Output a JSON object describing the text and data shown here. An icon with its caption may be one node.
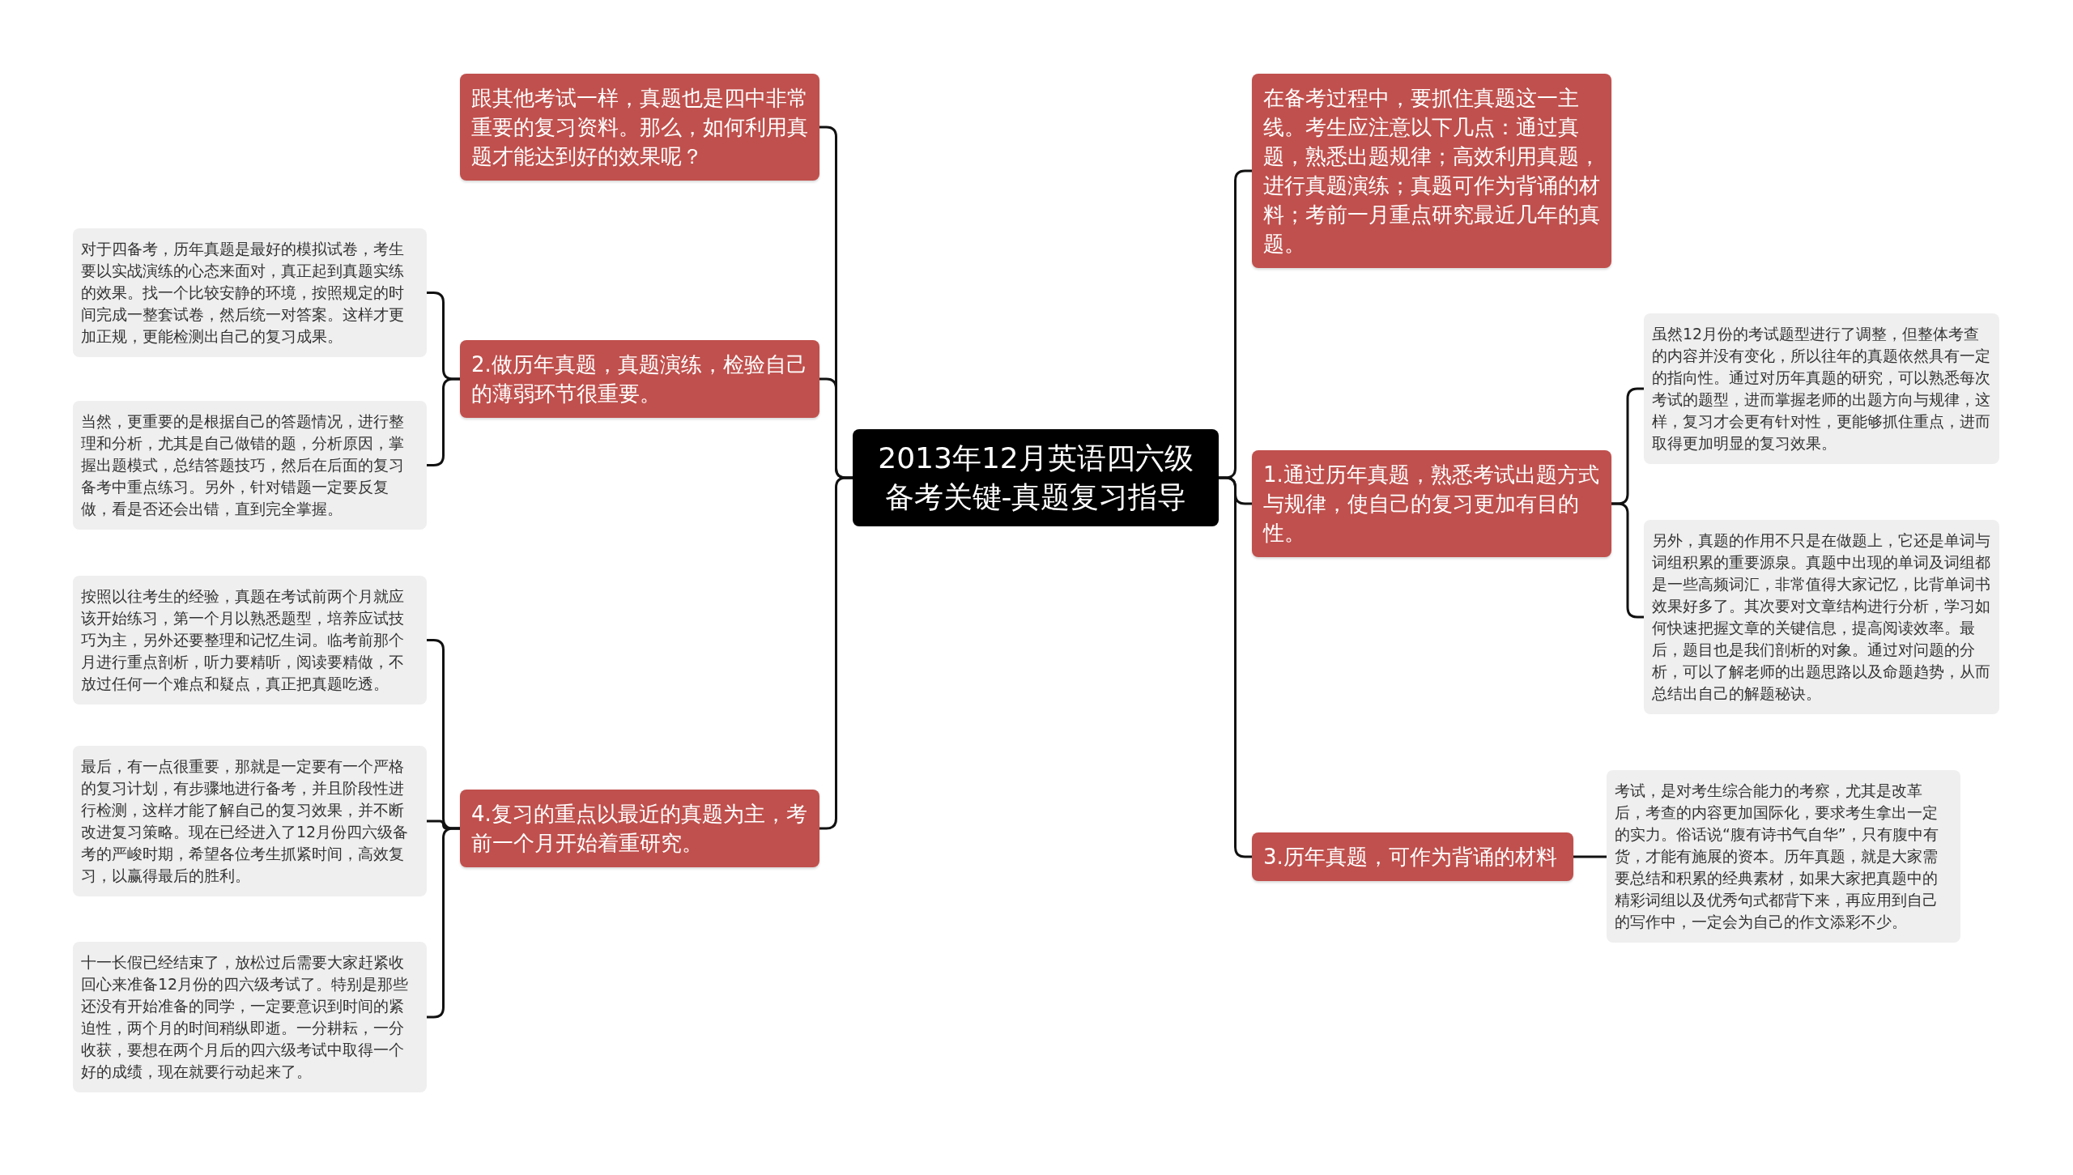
{
  "diagram": {
    "nodes": [
      {
        "text": [
          "2013年12月英语四六级备考关键-真题复习指导"
        ]
      },
      {
        "text": [
          "跟其他考试一样，真题也是四中非常重要的复习资料。那么，如何利用真题才能达到好的效果呢？"
        ]
      },
      {
        "text": [
          "2.做历年真题，真题演练，检验自己的薄弱环节很重要。"
        ]
      },
      {
        "text": [
          "对于四备考，历年真题是最好的模拟试卷，考生要以实战演练的心态来面对，真正起到真题实练的效果。找一个比较安静的环境，按照规定的时间完成一整套试卷，然后统一对答案。这样才更加正规，更能检测出自己的复习成果。"
        ]
      },
      {
        "text": [
          "当然，更重要的是根据自己的答题情况，进行整理和分析，尤其是自己做错的题，分析原因，掌握出题模式，总结答题技巧，然后在后面的复习备考中重点练习。另外，针对错题一定要反复做，看是否还会出错，直到完全掌握。"
        ]
      },
      {
        "text": [
          "4.复习的重点以最近的真题为主，考前一个月开始着重研究。"
        ]
      },
      {
        "text": [
          "按照以往考生的经验，真题在考试前两个月就应该开始练习，第一个月以熟悉题型，培养应试技巧为主，另外还要整理和记忆生词。临考前那个月进行重点剖析，听力要精听，阅读要精做，不放过任何一个难点和疑点，真正把真题吃透。"
        ]
      },
      {
        "text": [
          "最后，有一点很重要，那就是一定要有一个严格的复习计划，有步骤地进行备考，并且阶段性进行检测，这样才能了解自己的复习效果，并不断改进复习策略。现在已经进入了12月份四六级备考的严峻时期，希望各位考生抓紧时间，高效复习，以赢得最后的胜利。"
        ]
      },
      {
        "text": [
          "十一长假已经结束了，放松过后需要大家赶紧收回心来准备12月份的四六级考试了。特别是那些还没有开始准备的同学，一定要意识到时间的紧迫性，两个月的时间稍纵即逝。一分耕耘，一分收获，要想在两个月后的四六级考试中取得一个好的成绩，现在就要行动起来了。"
        ]
      },
      {
        "text": [
          "在备考过程中，要抓住真题这一主线。考生应注意以下几点：通过真题，熟悉出题规律；高效利用真题，进行真题演练；真题可作为背诵的材料；考前一月重点研究最近几年的真题。"
        ]
      },
      {
        "text": [
          "1.通过历年真题，熟悉考试出题方式与规律，使自己的复习更加有目的性。"
        ]
      },
      {
        "text": [
          "虽然12月份的考试题型进行了调整，但整体考查的内容并没有变化，所以往年的真题依然具有一定的指向性。通过对历年真题的研究，可以熟悉每次考试的题型，进而掌握老师的出题方向与规律，这样，复习才会更有针对性，更能够抓住重点，进而取得更加明显的复习效果。"
        ]
      },
      {
        "text": [
          "另外，真题的作用不只是在做题上，它还是单词与词组积累的重要源泉。真题中出现的单词及词组都是一些高频词汇，非常值得大家记忆，比背单词书效果好多了。其次要对文章结构进行分析，学习如何快速把握文章的关键信息，提高阅读效率。最后，题目也是我们剖析的对象。通过对问题的分析，可以了解老师的出题思路以及命题趋势，从而总结出自己的解题秘诀。"
        ]
      },
      {
        "text": [
          "3.历年真题，可作为背诵的材料"
        ]
      },
      {
        "text": [
          "考试，是对考生综合能力的考察，尤其是改革后，考查的内容更加国际化，要求考生拿出一定的实力。俗话说“腹有诗书气自华”，只有腹中有货，才能有施展的资本。历年真题，就是大家需要总结和积累的经典素材，如果大家把真题中的精彩词组以及优秀句式都背下来，再应用到自己的写作中，一定会为自己的作文添彩不少。"
        ]
      }
    ],
    "edges": [
      {
        "from": 0,
        "to": 1,
        "arrow": "none"
      },
      {
        "from": 0,
        "to": 2,
        "arrow": "none"
      },
      {
        "from": 2,
        "to": 3,
        "arrow": "none"
      },
      {
        "from": 2,
        "to": 4,
        "arrow": "none"
      },
      {
        "from": 0,
        "to": 5,
        "arrow": "none"
      },
      {
        "from": 5,
        "to": 6,
        "arrow": "none"
      },
      {
        "from": 5,
        "to": 7,
        "arrow": "none"
      },
      {
        "from": 5,
        "to": 8,
        "arrow": "none"
      },
      {
        "from": 0,
        "to": 9,
        "arrow": "none"
      },
      {
        "from": 0,
        "to": 10,
        "arrow": "none"
      },
      {
        "from": 10,
        "to": 11,
        "arrow": "none"
      },
      {
        "from": 10,
        "to": 12,
        "arrow": "none"
      },
      {
        "from": 0,
        "to": 13,
        "arrow": "none"
      },
      {
        "from": 13,
        "to": 14,
        "arrow": "none"
      }
    ]
  }
}
